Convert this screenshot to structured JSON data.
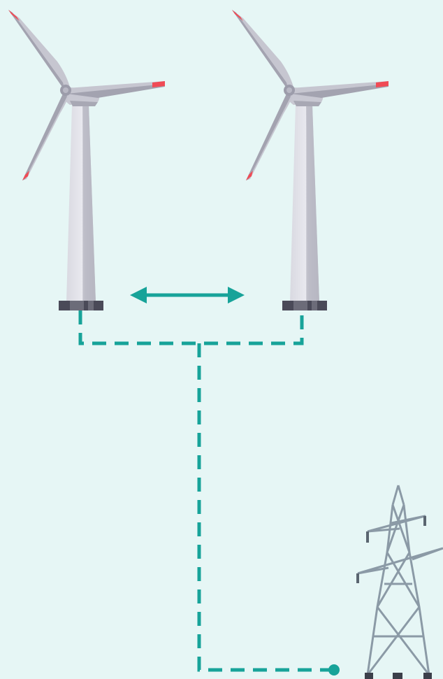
{
  "colors": {
    "background": "#e6f6f5",
    "connection": "#17a399",
    "tower_light": "#dcdce4",
    "tower_mid": "#c4c4ce",
    "tower_dark": "#a9a9b5",
    "blade_light": "#c6c6d0",
    "blade_dark": "#a3a3b0",
    "base_dark": "#4a4a58",
    "base_light": "#72727f",
    "tip_red": "#f04b55",
    "pylon_steel": "#8b9aa6",
    "pylon_foot": "#3b3f4a"
  },
  "elements": {
    "turbines": [
      {
        "name": "wind-turbine-left"
      },
      {
        "name": "wind-turbine-right"
      }
    ],
    "spacing_indicator": {
      "name": "spacing-arrow",
      "style": "double-headed"
    },
    "cable": {
      "name": "collector-cable",
      "style": "dashed"
    },
    "grid_connection": {
      "name": "transmission-pylon",
      "endpoint": "filled-dot"
    }
  }
}
